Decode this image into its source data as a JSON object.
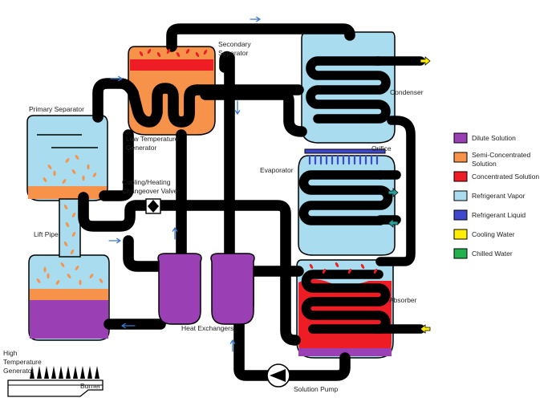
{
  "colors": {
    "dilute": "#9b3fb5",
    "semi": "#f7924a",
    "concentrated": "#ee1c24",
    "vapor": "#a8dcee",
    "liquid": "#3f48cc",
    "cooling": "#ffee00",
    "chilled": "#22b14c",
    "arrow": "#3c78c8",
    "water_arrow": "#2aa198",
    "outline": "#000000"
  },
  "labels": {
    "secondary_separator": [
      "Secondary",
      "Separator"
    ],
    "condenser": "Condenser",
    "primary_separator": "Primary Separator",
    "low_temp_generator": [
      "Low Temperature",
      "Generator"
    ],
    "orifice": "Orifice",
    "evaporator": "Evaporator",
    "changeover_valve": [
      "Cooling/Heating",
      "Changeover Valve"
    ],
    "lift_pipe": "Lift Pipe",
    "absorber": "Absorber",
    "heat_exchangers": "Heat Exchangers",
    "high_temp_generator": [
      "High",
      "Temperature",
      "Generator"
    ],
    "burner": "Burner",
    "solution_pump": "Solution Pump"
  },
  "legend": [
    {
      "label": "Dilute Solution",
      "color_key": "dilute"
    },
    {
      "label": "Semi-Concentrated Solution",
      "color_key": "semi"
    },
    {
      "label": "Concentrated Solution",
      "color_key": "concentrated"
    },
    {
      "label": "Refrigerant Vapor",
      "color_key": "vapor"
    },
    {
      "label": "Refrigerant Liquid",
      "color_key": "liquid"
    },
    {
      "label": "Cooling Water",
      "color_key": "cooling"
    },
    {
      "label": "Chilled Water",
      "color_key": "chilled"
    }
  ],
  "icons": {
    "flow_arrow": "flow-arrow-icon",
    "pump": "pump-icon",
    "valve": "valve-icon",
    "flame": "flame-icon"
  }
}
